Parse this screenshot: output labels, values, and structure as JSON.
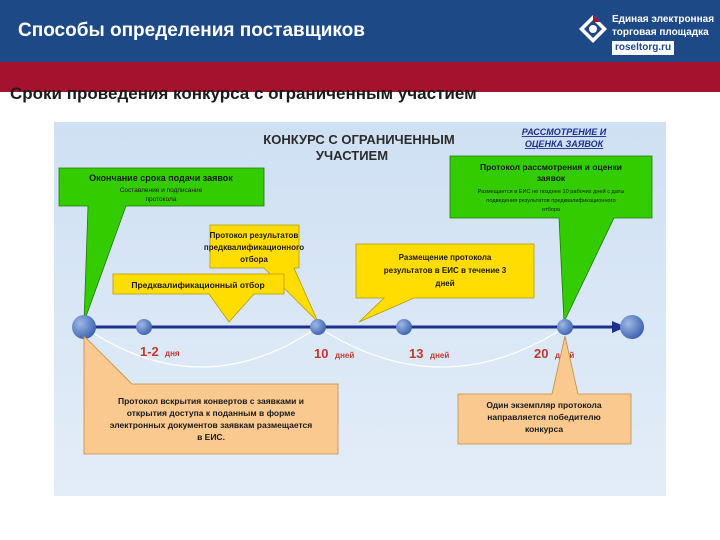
{
  "slide": {
    "title": "Способы определения поставщиков",
    "subtitle": "Сроки проведения конкурса с ограниченным участием"
  },
  "logo": {
    "line1": "Единая электронная",
    "line2": "торговая площадка",
    "url": "roseltorg.ru"
  },
  "diagram": {
    "title_line1": "КОНКУРС С ОГРАНИЧЕННЫМ",
    "title_line2": "УЧАСТИЕМ",
    "review_line1": "РАССМОТРЕНИЕ И",
    "review_line2": "ОЦЕНКА ЗАЯВОК",
    "callout_deadline_title": "Окончание срока подачи заявок",
    "callout_deadline_sub1": "Составление и подписание",
    "callout_deadline_sub2": "протокола",
    "callout_results_1": "Протокол результатов",
    "callout_results_2": "предквалификационного",
    "callout_results_3": "отбора",
    "callout_prequal": "Предквалификационный отбор",
    "callout_publish_1": "Размещение протокола",
    "callout_publish_2": "результатов в ЕИС в течение 3",
    "callout_publish_3": "дней",
    "callout_review_1": "Протокол рассмотрения и оценки",
    "callout_review_2": "заявок",
    "callout_review_3": "Размещается в ЕИС не позднее 10 рабочих дней с даты",
    "callout_review_4": "подведения результатов предквалификационного",
    "callout_review_5": "отбора",
    "timeline": {
      "t1_num": "1-2",
      "t1_unit": "дня",
      "t2_num": "10",
      "t2_unit": "дней",
      "t3_num": "13",
      "t3_unit": "дней",
      "t4_num": "20",
      "t4_unit": "дней"
    },
    "callout_opening_1": "Протокол вскрытия конвертов с заявками и",
    "callout_opening_2": "открытия доступа к поданным в форме",
    "callout_opening_3": "электронных документов заявкам размещается",
    "callout_opening_4": "в ЕИС.",
    "callout_winner_1": "Один экземпляр протокола",
    "callout_winner_2": "направляется победителю",
    "callout_winner_3": "конкурса",
    "colors": {
      "green": "#33cc00",
      "yellow": "#ffdd00",
      "peach": "#f9c990",
      "line": "#1f2f8f",
      "number": "#c0392b"
    }
  }
}
